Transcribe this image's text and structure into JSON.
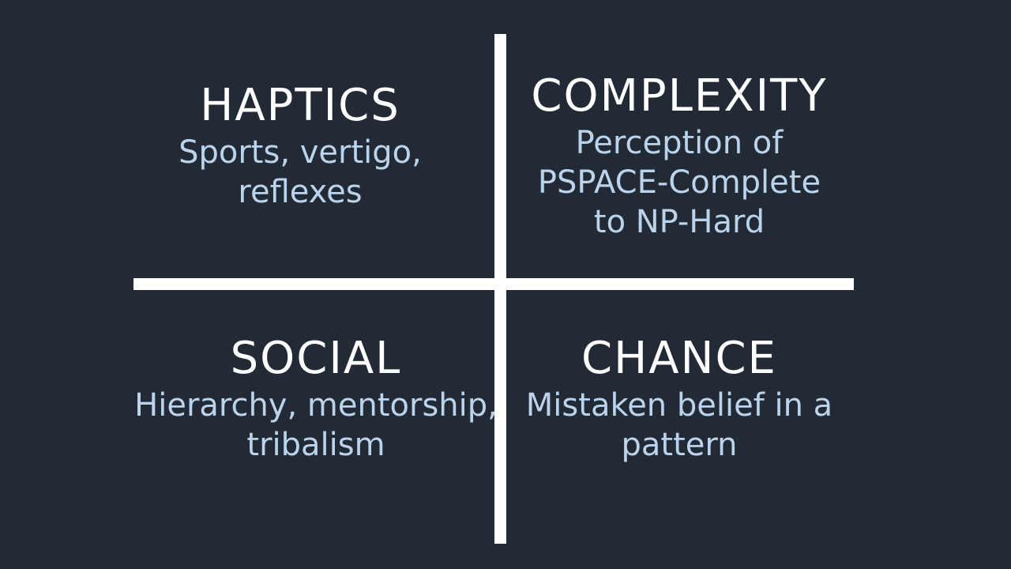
{
  "quadrants": {
    "haptics": {
      "title": "HAPTICS",
      "description": "Sports, vertigo, reflexes"
    },
    "complexity": {
      "title": "COMPLEXITY",
      "description": "Perception of PSPACE-Complete to NP-Hard"
    },
    "social": {
      "title": "SOCIAL",
      "description": "Hierarchy, mentorship, tribalism"
    },
    "chance": {
      "title": "CHANCE",
      "description": "Mistaken belief in a pattern"
    }
  },
  "colors": {
    "background": "#222a36",
    "title": "#ffffff",
    "description": "#bcd3ec",
    "axes": "#ffffff"
  }
}
